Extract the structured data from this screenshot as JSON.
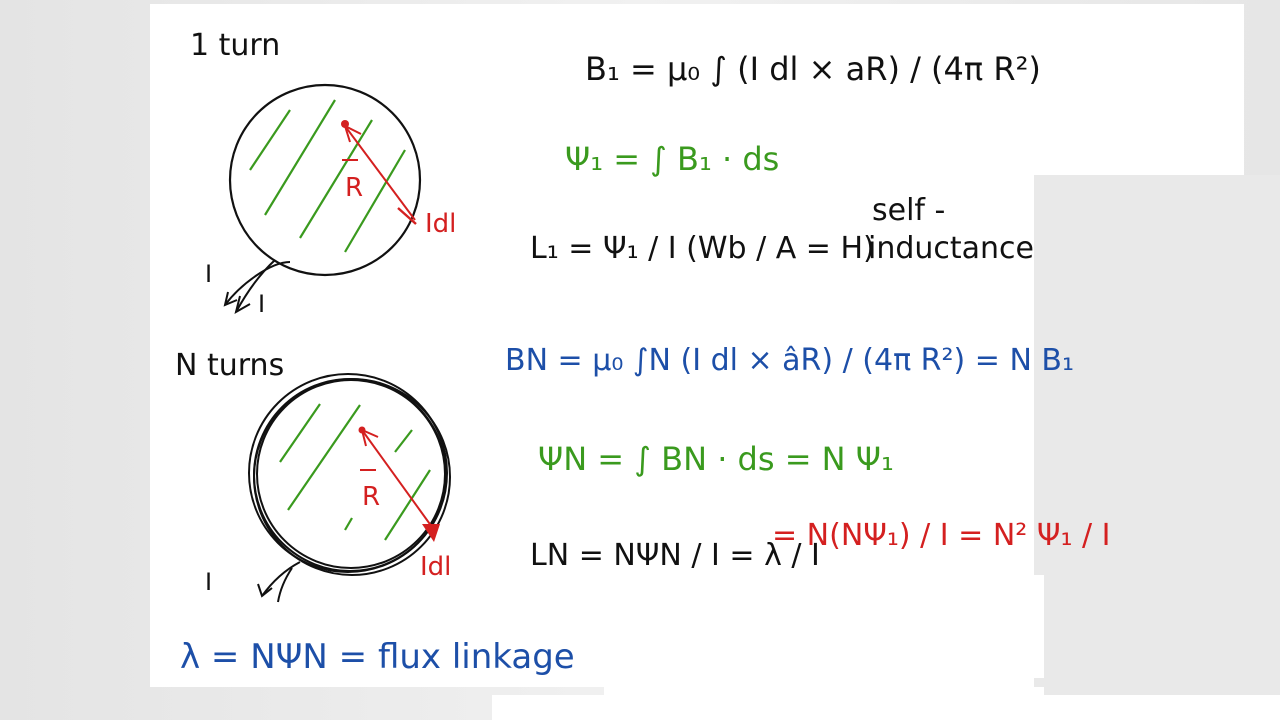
{
  "diagrams": {
    "one_turn": {
      "title": "1 turn",
      "labels": {
        "R": "R",
        "Idl": "Idl",
        "I_in": "I",
        "I_out": "I"
      }
    },
    "n_turns": {
      "title": "N turns",
      "labels": {
        "R": "R",
        "Idl": "Idl",
        "I": "I"
      }
    }
  },
  "equations": {
    "b1": "B₁ = μ₀ ∫ (I dl × aR) / (4π R²)",
    "psi1": "Ψ₁ = ∫ B₁ · ds",
    "l1": "L₁ = Ψ₁ / I   (Wb / A = H)",
    "self_inductance_line1": "self -",
    "self_inductance_line2": "inductance",
    "bn": "BN = μ₀ ∫N (I dl × âR) / (4π R²) = N B₁",
    "psin": "ΨN = ∫ BN · ds = N Ψ₁",
    "ln_black": "LN = NΨN / I = λ / I",
    "ln_red": "= N(NΨ₁) / I = N² Ψ₁ / I",
    "flux_linkage": "λ = NΨN = flux linkage"
  },
  "colors": {
    "ink_black": "#111111",
    "ink_blue": "#1d4fa8",
    "ink_green": "#3a9a1e",
    "ink_red": "#d42020"
  }
}
